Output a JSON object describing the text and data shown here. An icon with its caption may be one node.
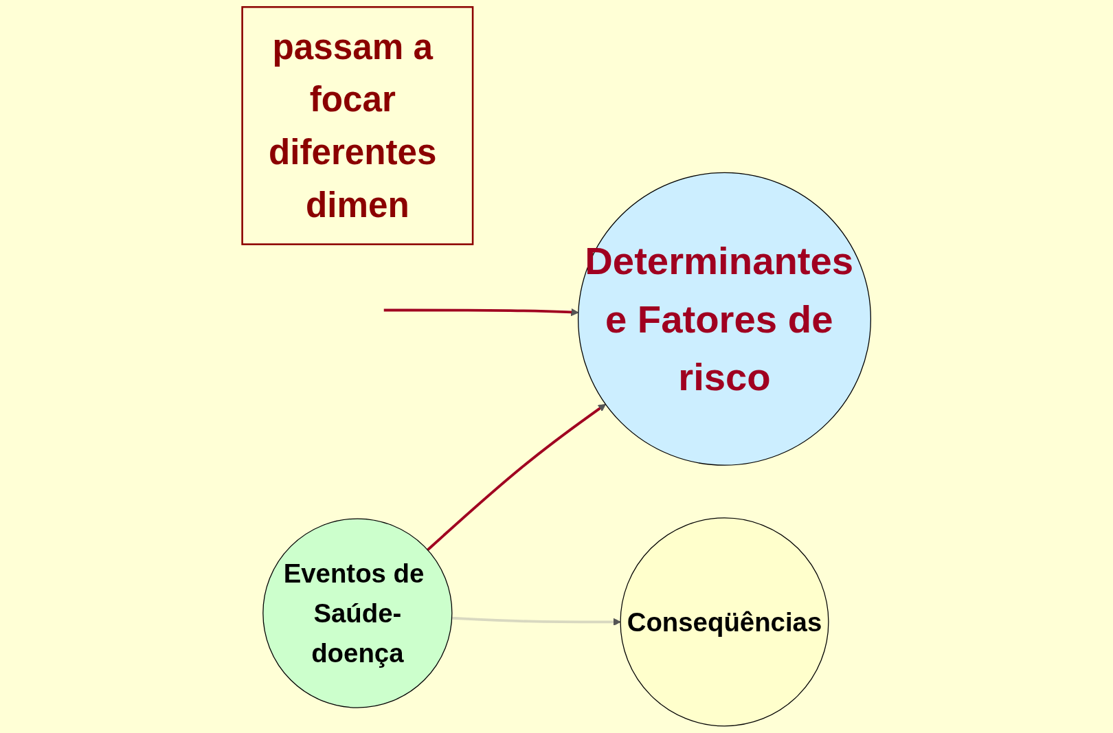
{
  "diagram": {
    "nodes": [
      {
        "text": [
          "passam a focar diferentes dimen"
        ]
      },
      {
        "text": [
          "Determinantes e Fatores de risco"
        ]
      },
      {
        "text": [
          "Eventos de Saúde-doença"
        ]
      },
      {
        "text": [
          "Conseqüências"
        ]
      }
    ],
    "edges": [
      {
        "from": null,
        "to": 1,
        "arrow": "to",
        "color": "#a00020"
      },
      {
        "from": 2,
        "to": 1,
        "arrow": "to",
        "color": "#a00020"
      },
      {
        "from": 2,
        "to": 3,
        "arrow": "to",
        "color": "#d8d8c0"
      }
    ]
  }
}
